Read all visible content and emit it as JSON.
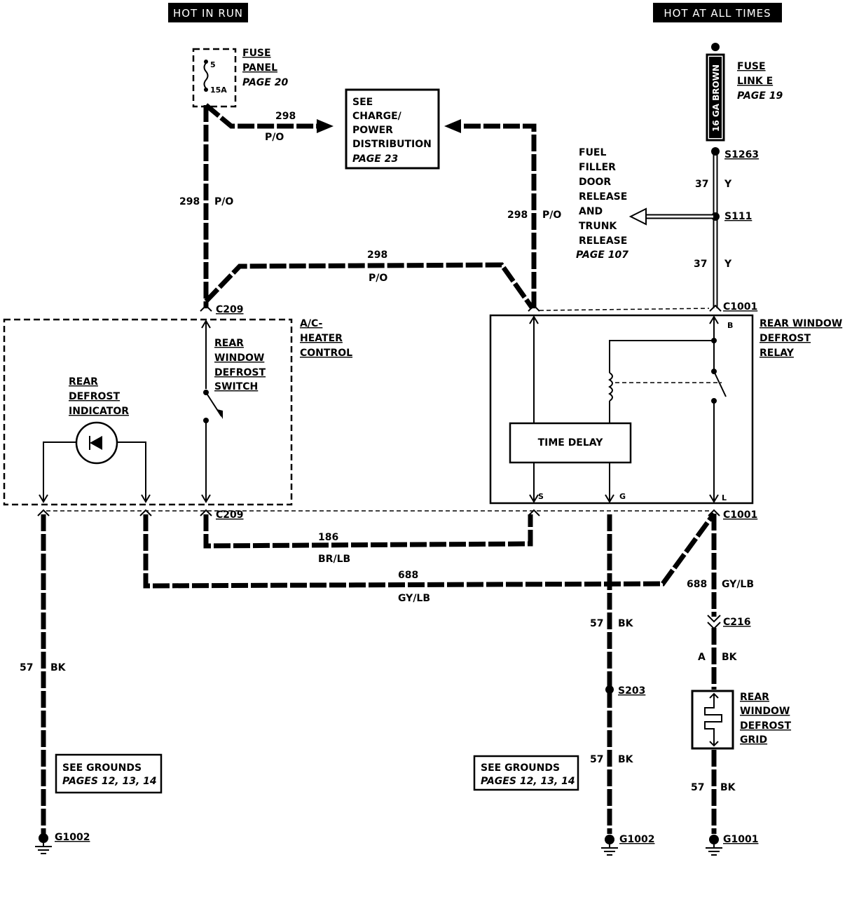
{
  "header": {
    "hot_in_run": "HOT IN RUN",
    "hot_at_all_times": "HOT AT ALL TIMES"
  },
  "fuse_panel": {
    "title_lines": [
      "FUSE",
      "PANEL"
    ],
    "page": "PAGE 20",
    "fuse_number": "5",
    "fuse_rating": "15A"
  },
  "fuse_link": {
    "title_lines": [
      "FUSE",
      "LINK E"
    ],
    "page": "PAGE 19",
    "wire": "16 GA BROWN"
  },
  "charge_box": {
    "lines": [
      "SEE",
      "CHARGE/",
      "POWER",
      "DISTRIBUTION"
    ],
    "page": "PAGE 23"
  },
  "fuel_filler": {
    "lines": [
      "FUEL",
      "FILLER",
      "DOOR",
      "RELEASE",
      "AND",
      "TRUNK",
      "RELEASE"
    ],
    "page": "PAGE 107"
  },
  "splices": {
    "s1263": "S1263",
    "s111": "S111",
    "s203": "S203"
  },
  "connectors": {
    "c209_top": "C209",
    "c209_bottom": "C209",
    "c1001_top": "C1001",
    "c1001_bottom": "C1001",
    "c216": "C216"
  },
  "wires": {
    "w298_right_num": "298",
    "w298_right_color": "P/O",
    "w298_left_num": "298",
    "w298_left_color": "P/O",
    "w298_cross_num": "298",
    "w298_cross_color": "P/O",
    "w298_relay_num": "298",
    "w298_relay_color": "P/O",
    "w37_top_num": "37",
    "w37_top_color": "Y",
    "w37_bot_num": "37",
    "w37_bot_color": "Y",
    "w186_num": "186",
    "w186_color": "BR/LB",
    "w688_num": "688",
    "w688_color": "GY/LB",
    "w688_right_num": "688",
    "w688_right_color": "GY/LB",
    "w57_left_num": "57",
    "w57_left_color": "BK",
    "w57_mid_num": "57",
    "w57_mid_color": "BK",
    "w57_mid2_num": "57",
    "w57_mid2_color": "BK",
    "wA_num": "A",
    "wA_color": "BK",
    "w57_right_num": "57",
    "w57_right_color": "BK"
  },
  "ac_heater": {
    "title_lines": [
      "A/C-",
      "HEATER",
      "CONTROL"
    ],
    "switch_lines": [
      "REAR",
      "WINDOW",
      "DEFROST",
      "SWITCH"
    ],
    "indicator_lines": [
      "REAR",
      "DEFROST",
      "INDICATOR"
    ]
  },
  "relay": {
    "title_lines": [
      "REAR WINDOW",
      "DEFROST",
      "RELAY"
    ],
    "time_delay": "TIME DELAY",
    "pin_b": "B",
    "pin_s": "S",
    "pin_g": "G",
    "pin_l": "L"
  },
  "grid": {
    "title_lines": [
      "REAR",
      "WINDOW",
      "DEFROST",
      "GRID"
    ]
  },
  "grounds_note_left": {
    "lines": [
      "SEE GROUNDS",
      "PAGES 12, 13, 14"
    ]
  },
  "grounds_note_mid": {
    "lines": [
      "SEE GROUNDS",
      "PAGES 12, 13, 14"
    ]
  },
  "grounds": {
    "g1002_left": "G1002",
    "g1002_mid": "G1002",
    "g1001": "G1001"
  }
}
